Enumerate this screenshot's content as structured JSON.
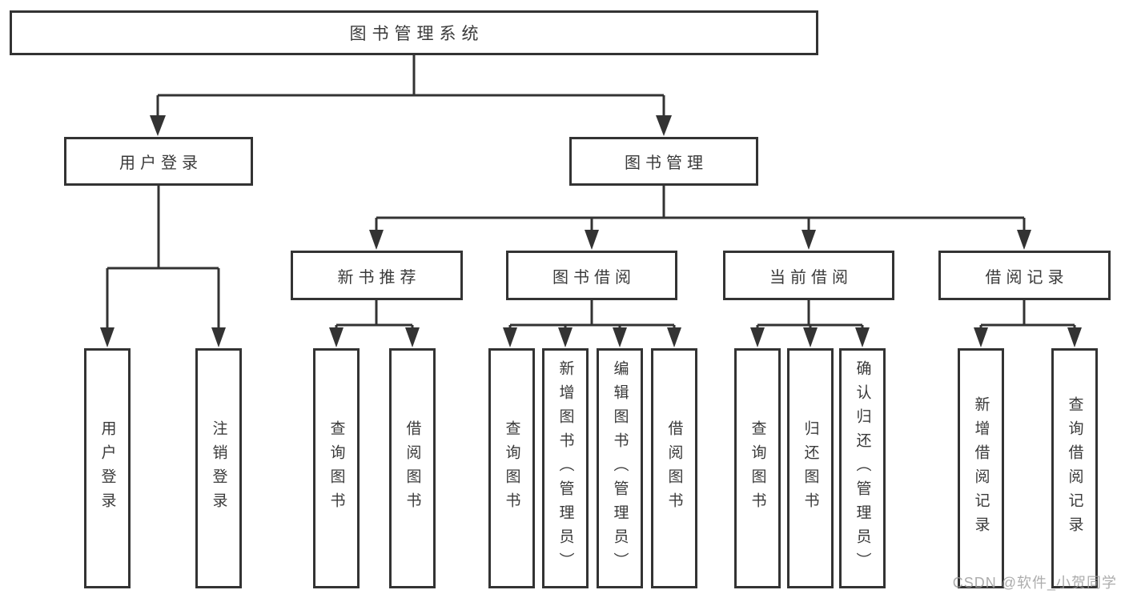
{
  "diagram_type": "hierarchy-tree",
  "root": {
    "label": "图书管理系统"
  },
  "level2": {
    "user_login": {
      "label": "用户登录",
      "parent": "图书管理系统"
    },
    "book_mgmt": {
      "label": "图书管理",
      "parent": "图书管理系统"
    }
  },
  "level3": {
    "new_book_recommend": {
      "label": "新书推荐",
      "parent": "图书管理"
    },
    "book_borrow": {
      "label": "图书借阅",
      "parent": "图书管理"
    },
    "current_borrow": {
      "label": "当前借阅",
      "parent": "图书管理"
    },
    "borrow_record": {
      "label": "借阅记录",
      "parent": "图书管理"
    }
  },
  "leaves": {
    "login": {
      "label": "用户登录",
      "parent": "用户登录"
    },
    "logout": {
      "label": "注销登录",
      "parent": "用户登录"
    },
    "nb_query_book": {
      "label": "查询图书",
      "parent": "新书推荐"
    },
    "nb_borrow_book": {
      "label": "借阅图书",
      "parent": "新书推荐"
    },
    "bb_query_book": {
      "label": "查询图书",
      "parent": "图书借阅"
    },
    "bb_add_book": {
      "label": "新增图书（管理员）",
      "parent": "图书借阅"
    },
    "bb_edit_book": {
      "label": "编辑图书（管理员）",
      "parent": "图书借阅"
    },
    "bb_borrow_book": {
      "label": "借阅图书",
      "parent": "图书借阅"
    },
    "cb_query_book": {
      "label": "查询图书",
      "parent": "当前借阅"
    },
    "cb_return_book": {
      "label": "归还图书",
      "parent": "当前借阅"
    },
    "cb_confirm_return": {
      "label": "确认归还（管理员）",
      "parent": "当前借阅"
    },
    "br_add_record": {
      "label": "新增借阅记录",
      "parent": "借阅记录"
    },
    "br_query_record": {
      "label": "查询借阅记录",
      "parent": "借阅记录"
    }
  },
  "watermark": {
    "text": "CSDN @软件_小贺同学"
  },
  "colors": {
    "line": "#333333",
    "box_background": "#ffffff",
    "text": "#3a3a3a",
    "watermark": "#9e9e9e"
  }
}
